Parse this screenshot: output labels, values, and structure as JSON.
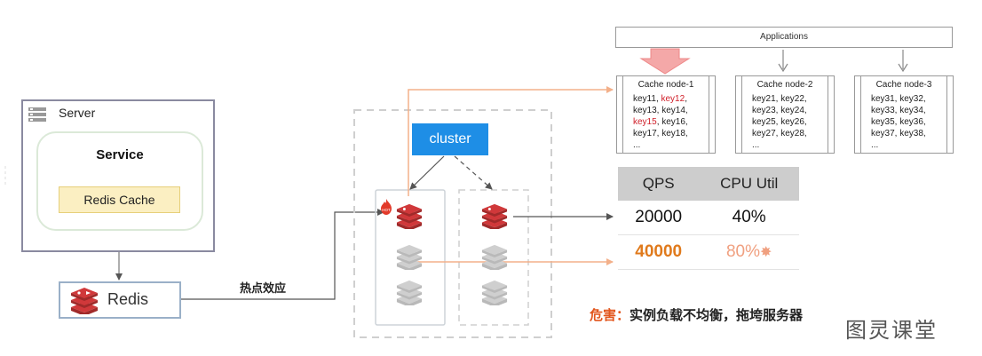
{
  "server": {
    "label": "Server",
    "service_title": "Service",
    "cache_label": "Redis Cache"
  },
  "redis": {
    "label": "Redis"
  },
  "hot_key_effect": "热点效应",
  "cluster_label": "cluster",
  "applications_label": "Applications",
  "cache_nodes": [
    {
      "title": "Cache node-1",
      "lines": [
        [
          {
            "t": "key11, ",
            "c": "#222"
          },
          {
            "t": "key12",
            "c": "#d0202a"
          },
          {
            "t": ",",
            "c": "#222"
          }
        ],
        [
          {
            "t": "key13, key14,",
            "c": "#222"
          }
        ],
        [
          {
            "t": "key15",
            "c": "#d0202a"
          },
          {
            "t": ", key16,",
            "c": "#222"
          }
        ],
        [
          {
            "t": "key17, key18,",
            "c": "#222"
          }
        ],
        [
          {
            "t": "...",
            "c": "#222"
          }
        ]
      ]
    },
    {
      "title": "Cache node-2",
      "lines": [
        [
          {
            "t": "key21, key22,",
            "c": "#222"
          }
        ],
        [
          {
            "t": "key23, key24,",
            "c": "#222"
          }
        ],
        [
          {
            "t": "key25, key26,",
            "c": "#222"
          }
        ],
        [
          {
            "t": "key27, key28,",
            "c": "#222"
          }
        ],
        [
          {
            "t": "...",
            "c": "#222"
          }
        ]
      ]
    },
    {
      "title": "Cache node-3",
      "lines": [
        [
          {
            "t": "key31, key32,",
            "c": "#222"
          }
        ],
        [
          {
            "t": "key33, key34,",
            "c": "#222"
          }
        ],
        [
          {
            "t": "key35, key36,",
            "c": "#222"
          }
        ],
        [
          {
            "t": "key37, key38,",
            "c": "#222"
          }
        ],
        [
          {
            "t": "...",
            "c": "#222"
          }
        ]
      ]
    }
  ],
  "metrics_table": {
    "headers": [
      "QPS",
      "CPU Util"
    ],
    "rows": [
      {
        "qps": "20000",
        "cpu": "40%",
        "qps_color": "#111",
        "cpu_color": "#111"
      },
      {
        "qps": "40000",
        "cpu": "80%",
        "qps_color": "#e07a1c",
        "cpu_color": "#f0a080"
      }
    ]
  },
  "harm": {
    "label": "危害：",
    "text": "实例负载不均衡，拖垮服务器"
  },
  "hot_badge": "HOT",
  "watermark": "图灵课堂",
  "colors": {
    "accent_blue": "#1e8ee6",
    "hot_line": "#f3b08a",
    "redis_red": "#d0383a",
    "faded_redis": "#c8c8c8"
  }
}
